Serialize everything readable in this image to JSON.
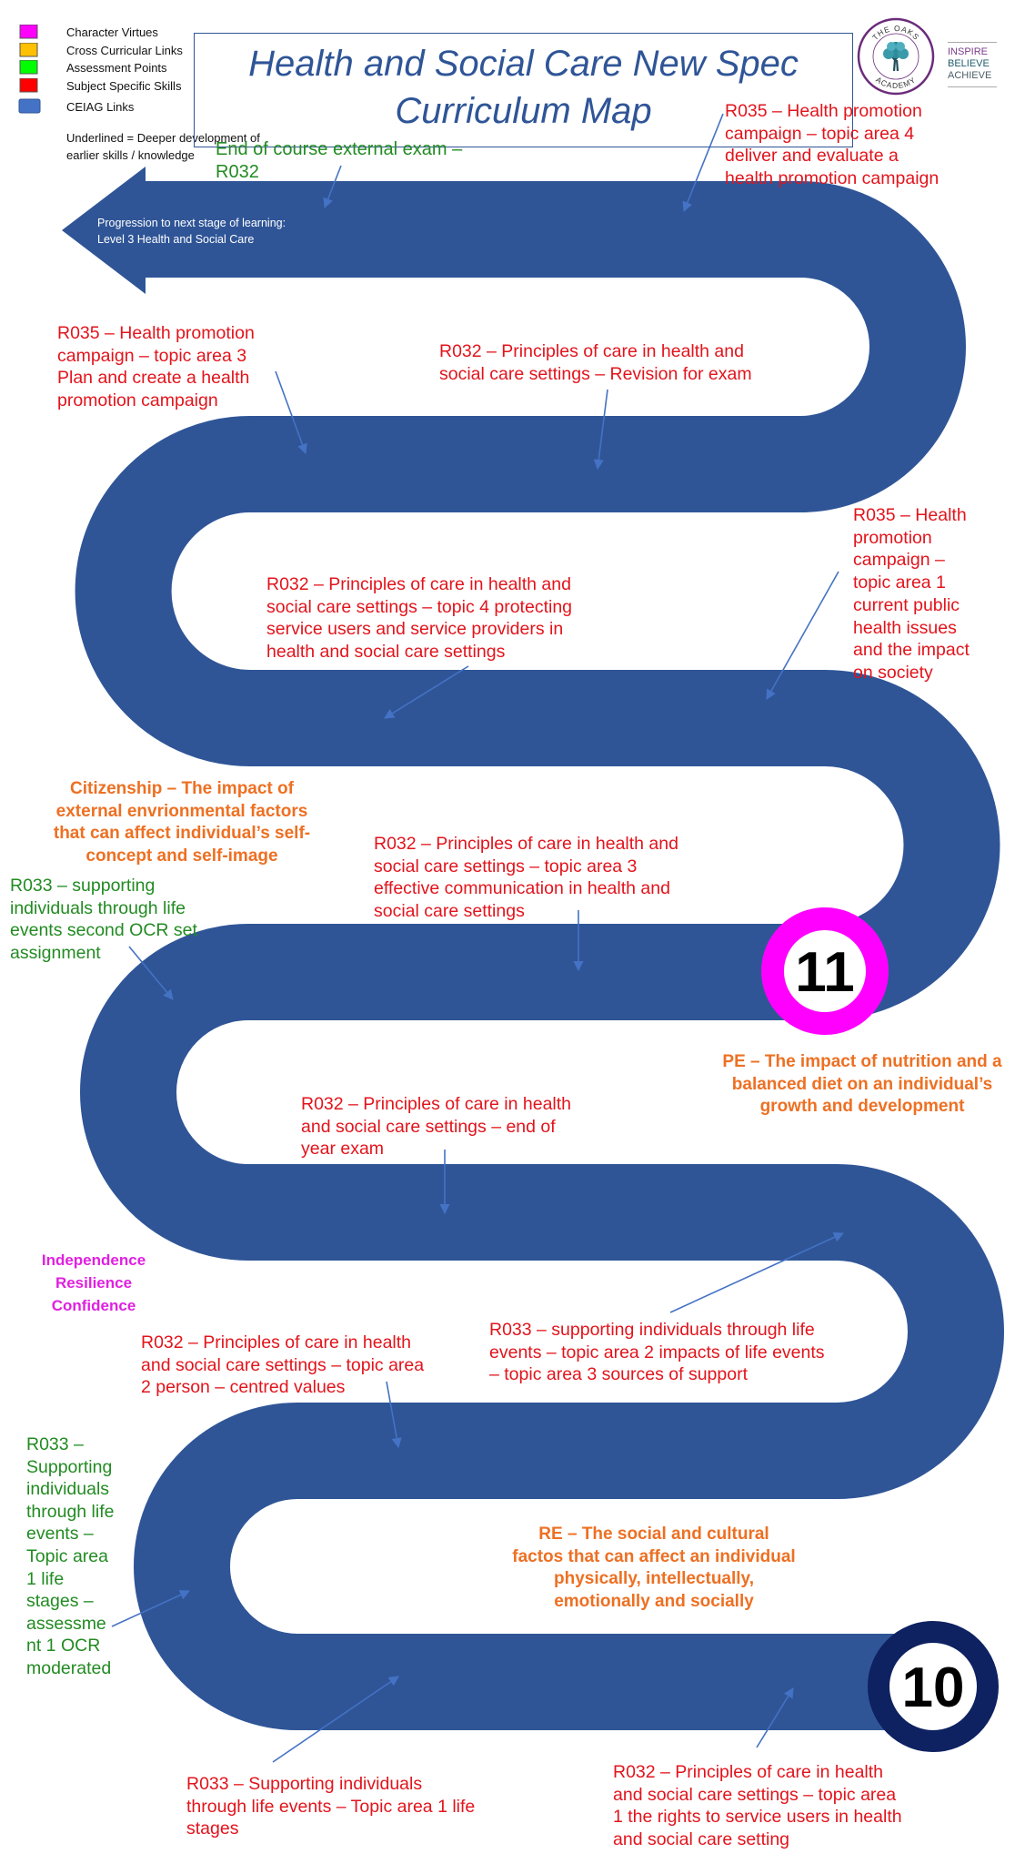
{
  "legend": {
    "items": [
      {
        "label": "Character Virtues",
        "color": "#FF00FF"
      },
      {
        "label": "Cross Curricular Links",
        "color": "#FFC000"
      },
      {
        "label": "Assessment Points",
        "color": "#00FF00"
      },
      {
        "label": "Subject Specific Skills",
        "color": "#FF0000"
      },
      {
        "label": "CEIAG Links",
        "color": "#4472C4"
      }
    ],
    "note": "Underlined = Deeper development of\nearlier skills / knowledge"
  },
  "title": {
    "line1": "Health and Social Care New Spec",
    "line2": "Curriculum Map"
  },
  "logo": {
    "ring_top": "THE OAKS",
    "ring_bottom": "ACADEMY",
    "motto": [
      "INSPIRE",
      "BELIEVE",
      "ACHIEVE"
    ]
  },
  "progression": {
    "text": "Progression to next stage of learning:\nLevel 3 Health and Social Care"
  },
  "year_markers": {
    "year11": {
      "label": "11",
      "ring_color": "#FF00FF"
    },
    "year10": {
      "label": "10",
      "ring_color": "#0E2161"
    }
  },
  "colors": {
    "road": "#2F5597",
    "connector": "#4472C4",
    "subject_skills_text": "#E2141C",
    "assessment_text": "#228B22",
    "cross_curricular_text": "#ED7023",
    "character_virtues_text": "#E020E0"
  },
  "path_labels": {
    "end_exam": {
      "category": "Assessment Points",
      "text": "End of course external exam –\nR032"
    },
    "r035_topic4": {
      "category": "Subject Specific Skills",
      "text": "R035 – Health promotion\ncampaign – topic area 4\ndeliver and evaluate a\nhealth promotion campaign"
    },
    "r035_topic3": {
      "category": "Subject Specific Skills",
      "text": "R035 – Health promotion\ncampaign – topic area 3\nPlan and create a health\npromotion campaign"
    },
    "r032_revision": {
      "category": "Subject Specific Skills",
      "text": "R032 – Principles of care in health and\nsocial care settings – Revision for exam"
    },
    "r035_topic1": {
      "category": "Subject Specific Skills",
      "text": "R035 – Health\npromotion\ncampaign –\ntopic area 1\ncurrent public\nhealth issues\nand the impact\non society"
    },
    "r032_topic4": {
      "category": "Subject Specific Skills",
      "text": "R032 – Principles of care in health and\nsocial care settings – topic 4 protecting\nservice users and service providers in\nhealth and social care settings"
    },
    "citizenship": {
      "category": "Cross Curricular Links",
      "text": "Citizenship – The impact of\nexternal envrionmental factors\nthat can affect individual’s self-\nconcept and self-image"
    },
    "r033_second_ocr": {
      "category": "Assessment Points",
      "text": "R033 – supporting\nindividuals through life\nevents second OCR set\nassignment"
    },
    "r032_topic3": {
      "category": "Subject Specific Skills",
      "text": "R032 – Principles of care in health and\nsocial care settings – topic area 3\neffective communication in health and\nsocial care settings"
    },
    "pe": {
      "category": "Cross Curricular Links",
      "text": "PE – The impact of nutrition and a\nbalanced diet on an individual’s\ngrowth and development"
    },
    "r032_end_of_year": {
      "category": "Subject Specific Skills",
      "text": "R032 – Principles of care in health\nand social care settings – end of\nyear exam"
    },
    "character_virtues": {
      "category": "Character Virtues",
      "text": "Independence\nResilience\nConfidence"
    },
    "r033_topic2": {
      "category": "Subject Specific Skills",
      "text": "R033 – supporting individuals through life\nevents – topic area 2 impacts of life events\n– topic area 3 sources of support"
    },
    "r032_topic2": {
      "category": "Subject Specific Skills",
      "text": "R032 – Principles of care in health\nand social care settings – topic area\n2 person – centred values"
    },
    "r033_topic1_assessment": {
      "category": "Assessment Points",
      "text": "R033 –\nSupporting\nindividuals\nthrough life\nevents –\nTopic area\n1 life\nstages –\nassessme\nnt 1 OCR\nmoderated"
    },
    "re": {
      "category": "Cross Curricular Links",
      "text": "RE – The social and cultural\nfactos that can affect an individual\nphysically, intellectually,\nemotionally and socially"
    },
    "r033_topic1_stages": {
      "category": "Subject Specific Skills",
      "text": "R033 – Supporting individuals\nthrough life events – Topic area 1 life\nstages"
    },
    "r032_topic1": {
      "category": "Subject Specific Skills",
      "text": "R032 – Principles of care in health\nand social care settings – topic area\n1 the rights to service users in health\nand social care setting"
    }
  }
}
